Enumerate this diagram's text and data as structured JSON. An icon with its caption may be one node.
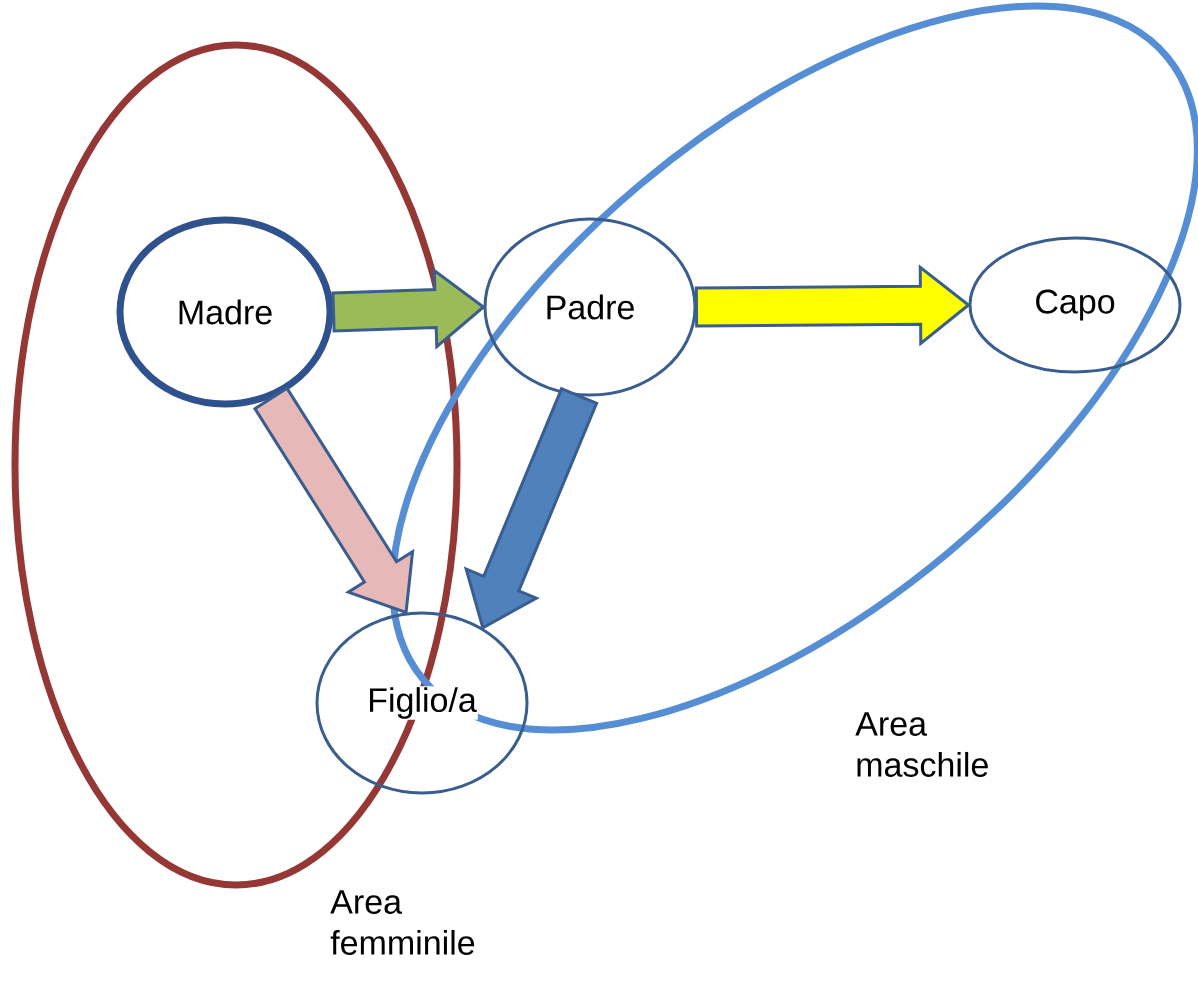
{
  "diagram": {
    "nodes": [
      {
        "text": [
          "Area femminile"
        ]
      },
      {
        "text": [
          "Madre"
        ],
        "in": 0
      },
      {
        "text": [
          "Padre"
        ],
        "in": 5
      },
      {
        "text": [
          "Capo"
        ],
        "in": 5
      },
      {
        "text": [
          "Figlio/a"
        ]
      },
      {
        "text": [
          "Area maschile"
        ]
      }
    ],
    "edges": [
      {
        "from": 1,
        "to": 2,
        "arrow": "to",
        "color": "#9bbb59"
      },
      {
        "from": 2,
        "to": 3,
        "arrow": "to",
        "color": "#ffff00"
      },
      {
        "from": 1,
        "to": 4,
        "arrow": "to",
        "color": "#e6b9b8"
      },
      {
        "from": 2,
        "to": 4,
        "arrow": "to",
        "color": "#4f81bd"
      }
    ]
  }
}
